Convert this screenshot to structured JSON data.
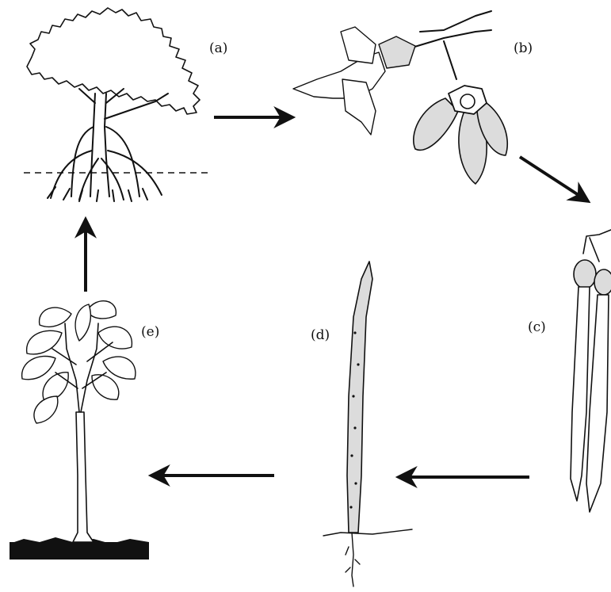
{
  "labels": {
    "a": "(a)",
    "b": "(b)",
    "c": "(c)",
    "d": "(d)",
    "e": "(e)"
  },
  "colors": {
    "ink": "#111111",
    "shade": "#dcdcdc",
    "background": "#ffffff"
  }
}
